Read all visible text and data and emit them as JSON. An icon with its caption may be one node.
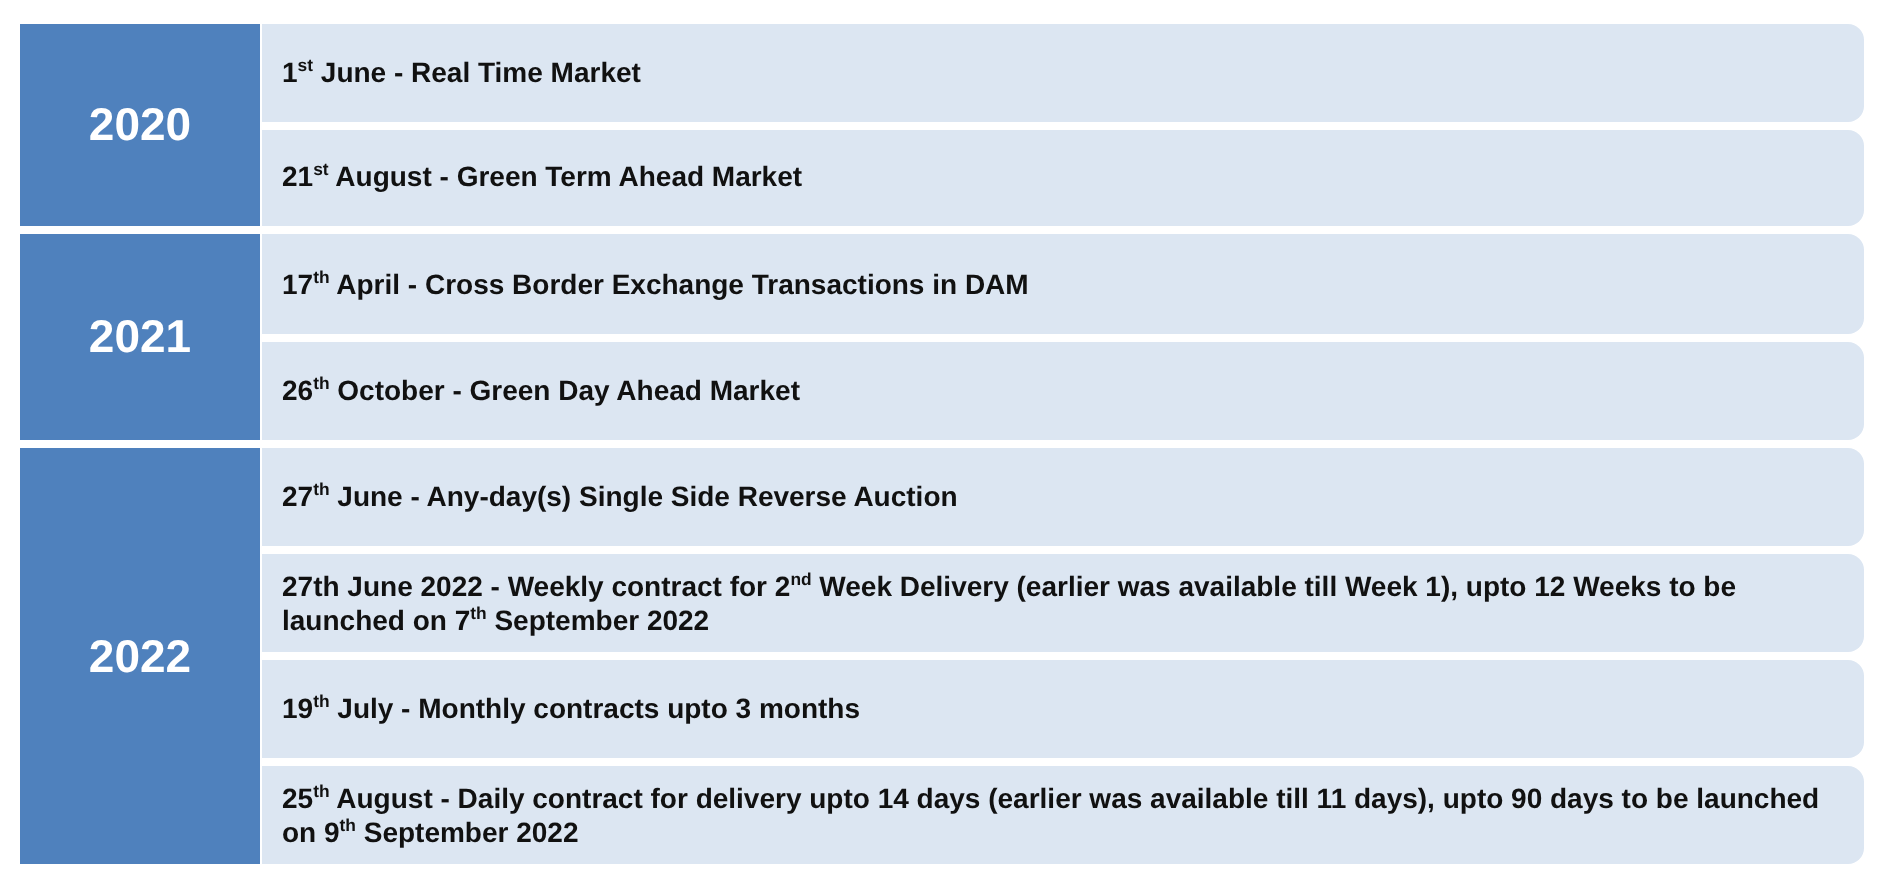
{
  "diagram": {
    "nodes": [
      {
        "text": [
          "2020"
        ]
      },
      {
        "text": [
          "1$^{st}$ June - Real Time Market"
        ]
      },
      {
        "text": [
          "21$^{st}$ August - Green Term Ahead Market"
        ]
      },
      {
        "text": [
          "2021"
        ]
      },
      {
        "text": [
          "17$^{th}$ April - Cross Border Exchange Transactions in DAM"
        ]
      },
      {
        "text": [
          "26$^{th}$ October - Green Day Ahead Market"
        ]
      },
      {
        "text": [
          "2022"
        ]
      },
      {
        "text": [
          "27$^{th}$ June - Any-day(s) Single Side Reverse Auction"
        ]
      },
      {
        "text": [
          "27th June 2022 - Weekly contract for 2$^{nd}$ Week Delivery (earlier was available till Week 1), upto 12 Weeks to be launched on 7$^{th}$ September 2022"
        ]
      },
      {
        "text": [
          "19$^{th}$ July - Monthly contracts upto 3 months"
        ]
      },
      {
        "text": [
          "25$^{th}$ August - Daily contract for delivery upto 14 days (earlier was available till 11 days), upto 90 days to be launched on 9$^{th}$ September 2022"
        ]
      }
    ]
  }
}
